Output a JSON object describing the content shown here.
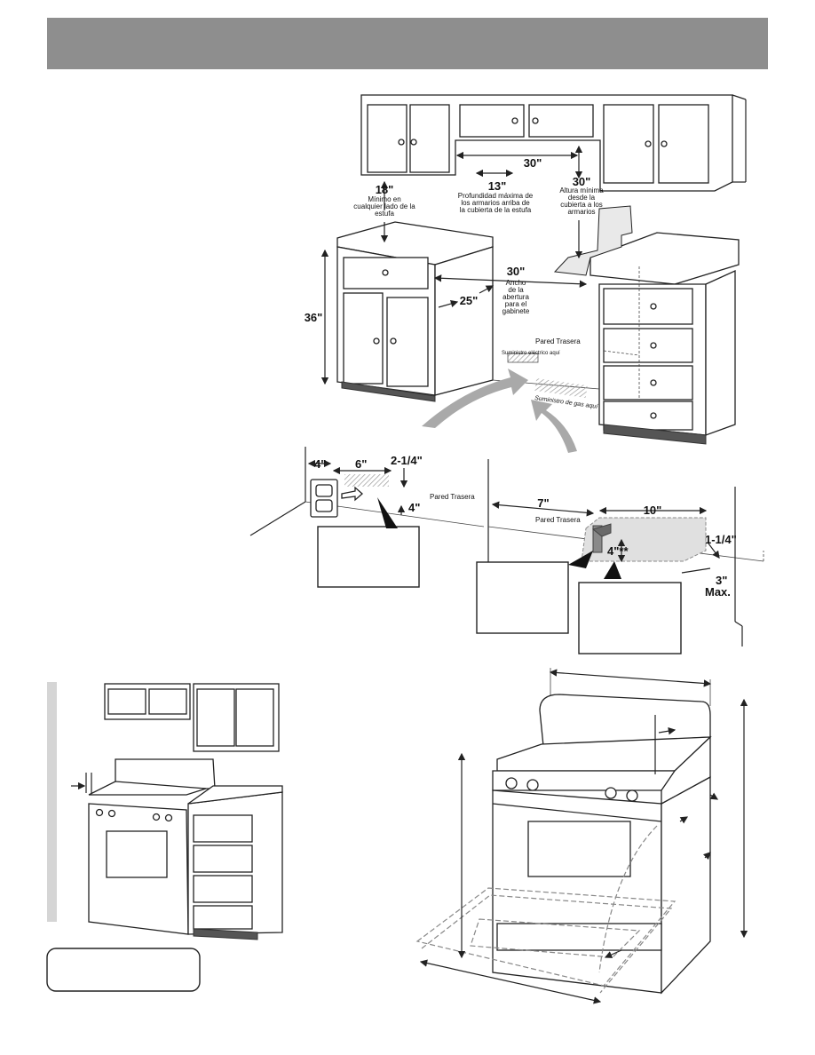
{
  "labels": {
    "dim_18": "18\"",
    "min_side": [
      "Mínimo en",
      "cualquier lado de la",
      "estufa"
    ],
    "dim_13": "13\"",
    "max_depth": [
      "Profundidad máxima de",
      "los armarios arriba de",
      "la cubierta de la estufa"
    ],
    "dim_30_top": "30\"",
    "dim_30_height": "30\"",
    "min_height": [
      "Altura mínima",
      "desde la",
      "cubierta a los",
      "armarios"
    ],
    "dim_30_opening": "30\"",
    "opening_width": [
      "Ancho",
      "de la",
      "abertura",
      "para el",
      "gabinete"
    ],
    "dim_25": "25\"",
    "dim_36": "36\"",
    "back_wall": "Pared Trasera",
    "electric_supply": "Suministro eléctrico aquí",
    "gas_supply": "Suministro de gas aquí",
    "dim_4_left": "4\"",
    "dim_6": "6\"",
    "dim_2_1_4": "2-1/4\"",
    "dim_4_vert": "4\"",
    "back_wall_outlet": "Pared Trasera",
    "dim_7": "7\"",
    "back_wall_gas": "Pared Trasera",
    "dim_10": "10\"",
    "dim_1_1_4": "1-1/4\"",
    "dim_4_gas": "4\"**",
    "dim_3": "3\"",
    "max": "Max."
  },
  "colors": {
    "header": "#8e8e8e",
    "arrow": "#a9a9a9",
    "hatch": "#bdbdbd"
  }
}
